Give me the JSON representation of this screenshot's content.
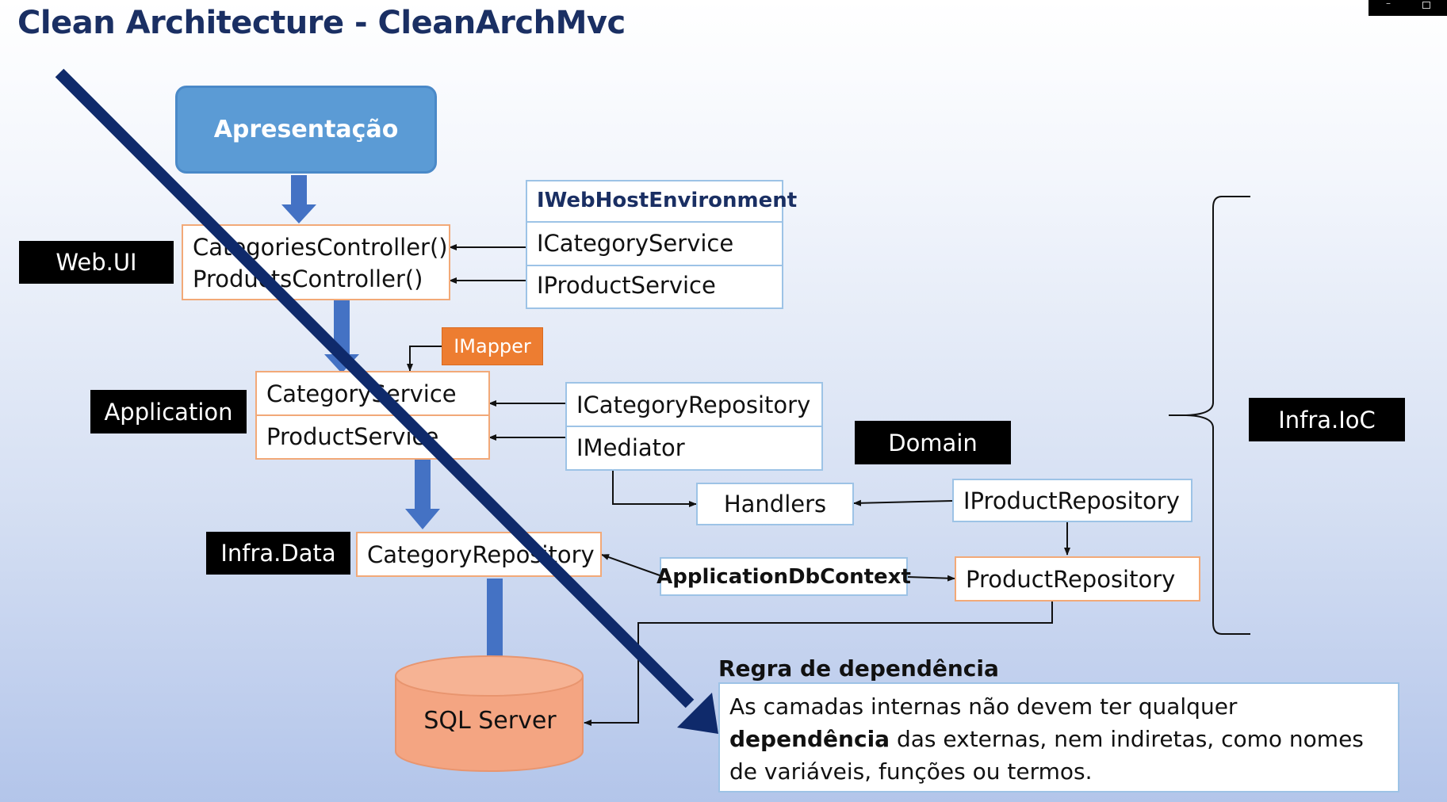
{
  "title": "Clean Architecture - CleanArchMvc",
  "layers": {
    "apresentacao": "Apresentação",
    "web_ui": "Web.UI",
    "application": "Application",
    "infra_data": "Infra.Data",
    "domain": "Domain",
    "infra_ioc": "Infra.IoC"
  },
  "controllers": [
    "CategoriesController()",
    "ProductsController()"
  ],
  "host_interfaces": {
    "header": "IWebHostEnvironment",
    "items": [
      "ICategoryService",
      "IProductService"
    ]
  },
  "imapper": "IMapper",
  "services": [
    "CategoryService",
    "ProductService"
  ],
  "app_interfaces": [
    "ICategoryRepository",
    "IMediator"
  ],
  "handlers": "Handlers",
  "iproduct_repository": "IProductRepository",
  "category_repository": "CategoryRepository",
  "app_db_context": "ApplicationDbContext",
  "product_repository": "ProductRepository",
  "sql_server": "SQL Server",
  "rule": {
    "title": "Regra de dependência",
    "text_before": "As camadas internas não devem ter qualquer ",
    "text_bold": "dependência",
    "text_after": " das externas, nem indiretas, como nomes de variáveis, funções ou termos."
  },
  "colors": {
    "title": "#1a2f63",
    "block_arrow": "#4472c4",
    "diagonal_arrow": "#0f2a6b",
    "apresentacao": "#5b9bd5",
    "imapper": "#ed7d31",
    "sql_server": "#f4a582",
    "orange_border": "#f2a978",
    "blue_border": "#9dc3e6"
  }
}
